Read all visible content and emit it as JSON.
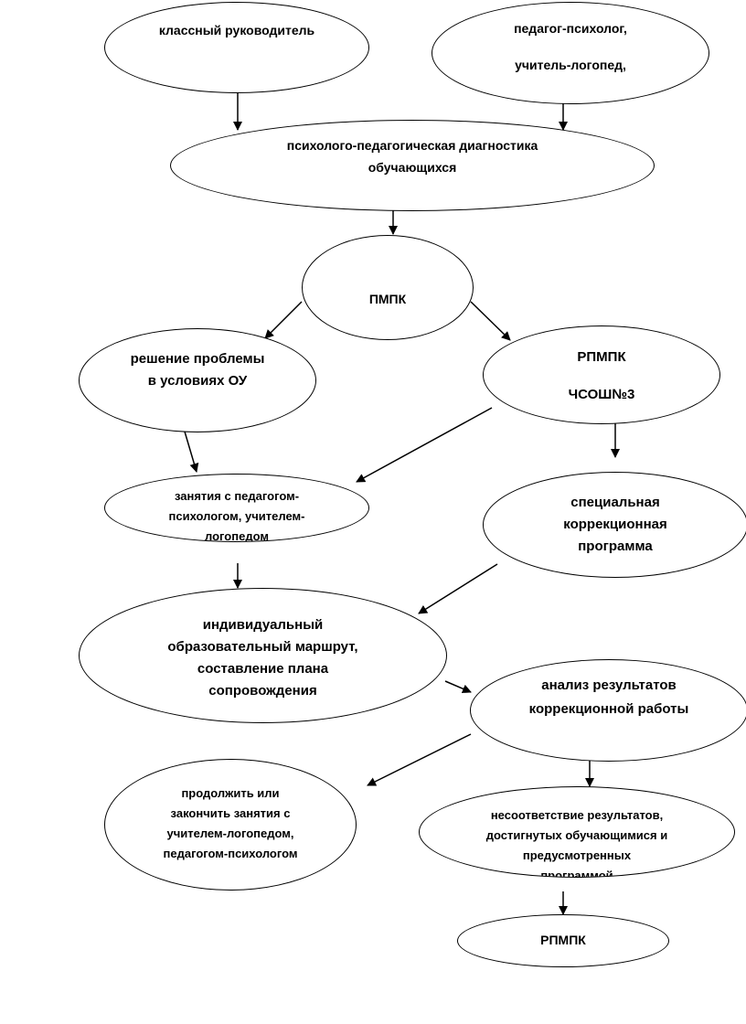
{
  "nodes": {
    "class_teacher": {
      "line1": "классный руководитель"
    },
    "psychologist_speech": {
      "line1": "педагог-психолог,",
      "line2": "учитель-логопед,"
    },
    "diagnostics": {
      "line1": "психолого-педагогическая диагностика",
      "line2": "обучающихся"
    },
    "pmpk": {
      "line1": "ПМПК"
    },
    "solve_in_school": {
      "line1": "решение проблемы",
      "line2": "в условиях ОУ"
    },
    "rpmpk_school": {
      "line1": "РПМПК",
      "line2": "ЧСОШ№3"
    },
    "sessions": {
      "line1": "занятия с педагогом-",
      "line2": "психологом, учителем-",
      "line3": "логопедом"
    },
    "special_program": {
      "line1": "специальная",
      "line2": "коррекционная",
      "line3": "программа"
    },
    "individual_route": {
      "line1": "индивидуальный",
      "line2": "образовательный маршрут,",
      "line3": "составление  плана",
      "line4": "сопровождения"
    },
    "results_analysis": {
      "line1": "анализ результатов",
      "line2": "коррекционной работы"
    },
    "continue_or_end": {
      "line1": "продолжить или",
      "line2": "закончить занятия с",
      "line3": "учителем-логопедом,",
      "line4": "педагогом-психологом"
    },
    "mismatch": {
      "line1": "несоответствие результатов,",
      "line2": "достигнутых обучающимися и",
      "line3": "предусмотренных",
      "line4": "программой"
    },
    "rpmpk_final": {
      "line1": "РПМПК"
    }
  },
  "colors": {
    "stroke": "#000000",
    "background": "#ffffff"
  }
}
